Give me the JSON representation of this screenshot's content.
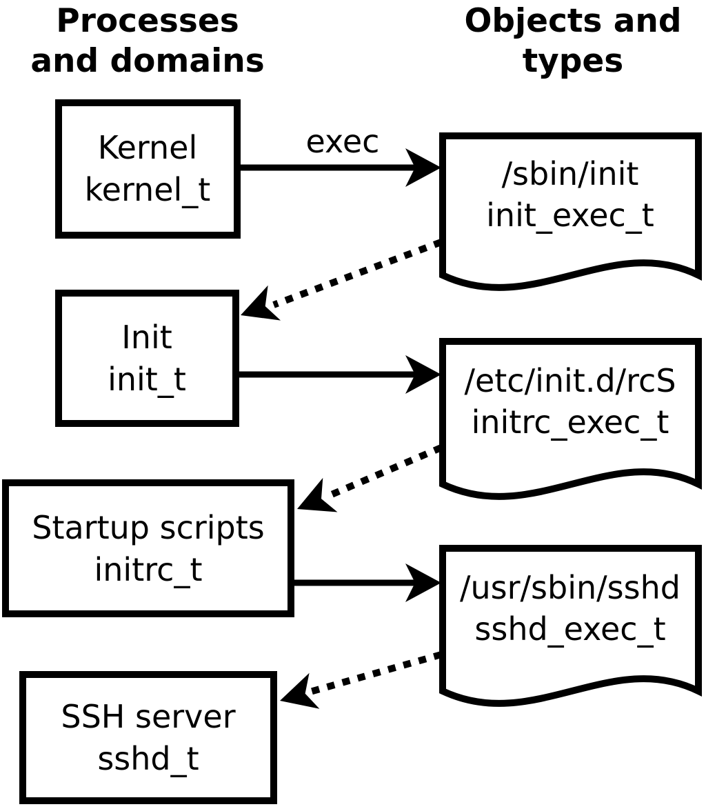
{
  "headers": {
    "left": {
      "line1": "Processes",
      "line2": "and domains"
    },
    "right": {
      "line1": "Objects and",
      "line2": "types"
    }
  },
  "process_boxes": [
    {
      "name": "Kernel",
      "type": "kernel_t"
    },
    {
      "name": "Init",
      "type": "init_t"
    },
    {
      "name": "Startup scripts",
      "type": "initrc_t"
    },
    {
      "name": "SSH server",
      "type": "sshd_t"
    }
  ],
  "object_docs": [
    {
      "path": "/sbin/init",
      "type": "init_exec_t"
    },
    {
      "path": "/etc/init.d/rcS",
      "type": "initrc_exec_t"
    },
    {
      "path": "/usr/sbin/sshd",
      "type": "sshd_exec_t"
    }
  ],
  "arrows": {
    "exec_label": "exec",
    "edges": [
      {
        "from": "kernel_t",
        "to": "/sbin/init",
        "label": "exec",
        "style": "solid"
      },
      {
        "from": "/sbin/init",
        "to": "init_t",
        "style": "dotted"
      },
      {
        "from": "init_t",
        "to": "/etc/init.d/rcS",
        "style": "solid"
      },
      {
        "from": "/etc/init.d/rcS",
        "to": "initrc_t",
        "style": "dotted"
      },
      {
        "from": "initrc_t",
        "to": "/usr/sbin/sshd",
        "style": "solid"
      },
      {
        "from": "/usr/sbin/sshd",
        "to": "sshd_t",
        "style": "dotted"
      }
    ]
  },
  "colors": {
    "line": "#000000",
    "fill": "#ffffff",
    "background": "#ffffff"
  }
}
